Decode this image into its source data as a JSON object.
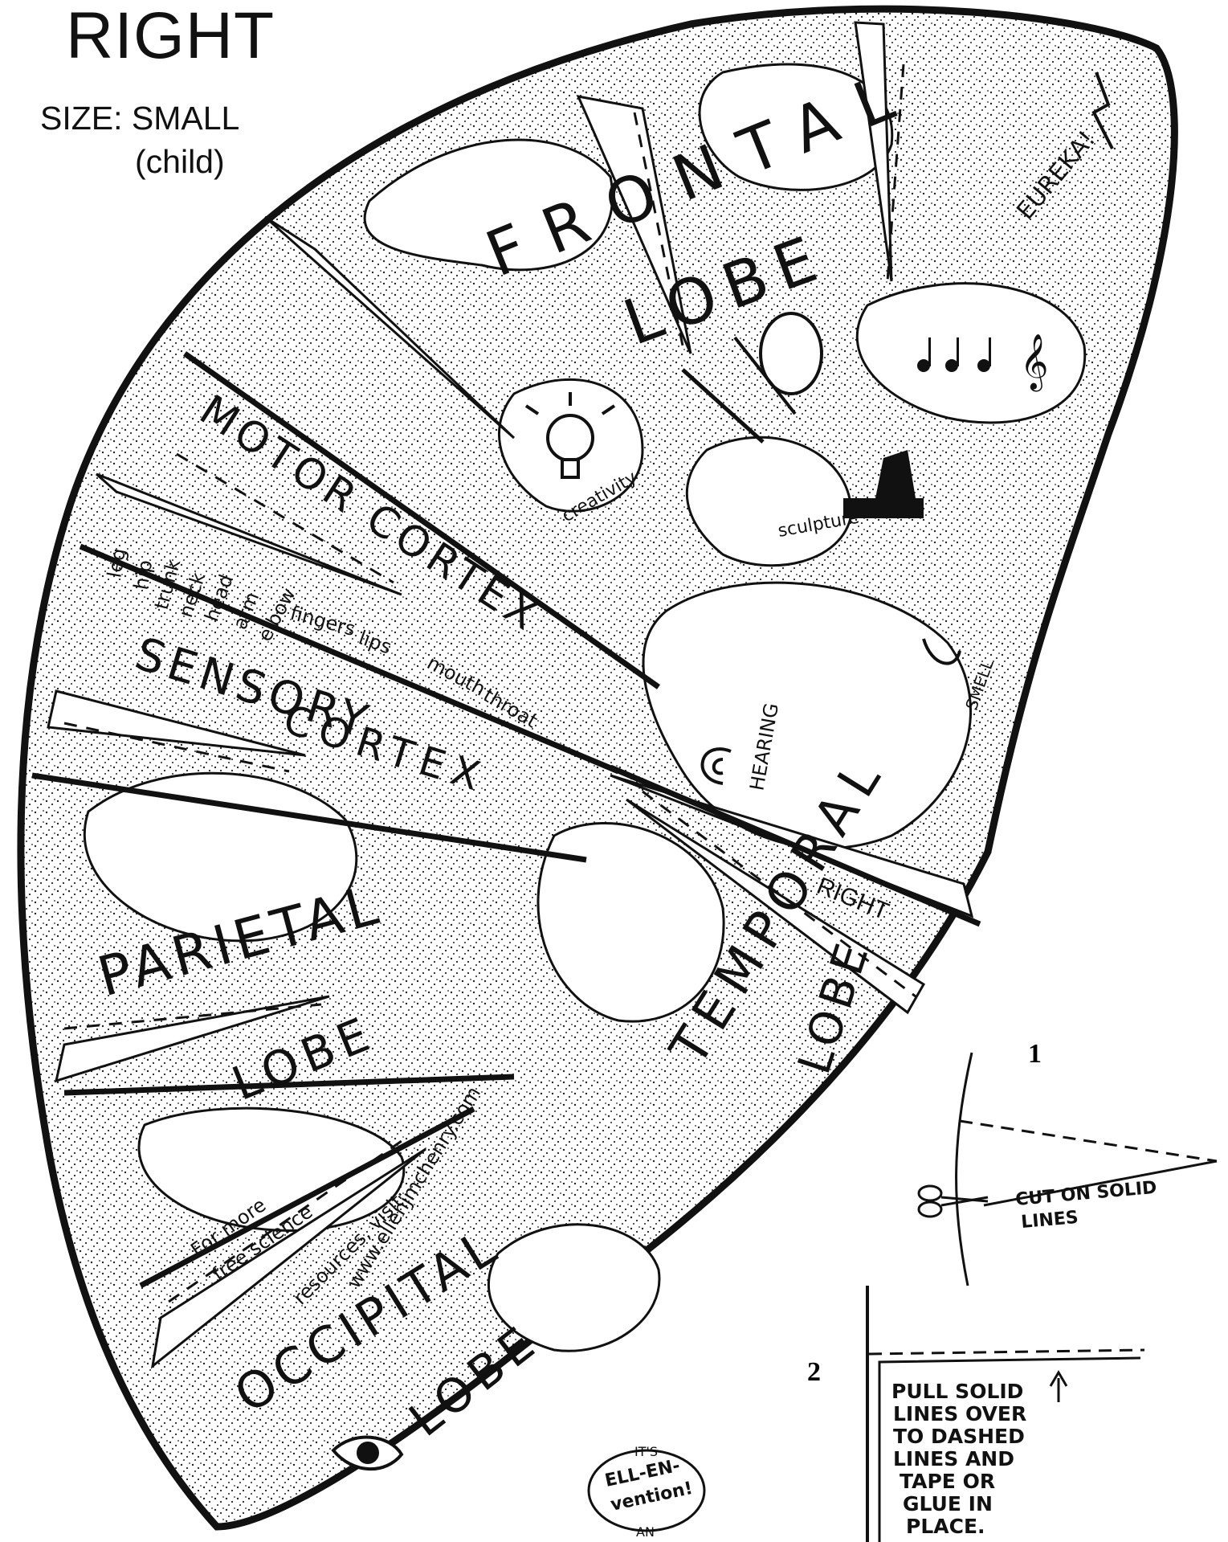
{
  "header": {
    "side": "RIGHT",
    "size_label": "SIZE: SMALL",
    "size_note": "(child)"
  },
  "lobes": {
    "frontal": {
      "word1": "FRONTAL",
      "word2": "LOBE"
    },
    "motor": "MOTOR CORTEX",
    "sensory": {
      "word1": "SENSORY",
      "word2": "CORTEX"
    },
    "parietal": {
      "word1": "PARIETAL",
      "word2": "LOBE"
    },
    "temporal": {
      "word1": "TEMPORAL",
      "word2": "LOBE"
    },
    "occipital": {
      "word1": "OCCIPITAL",
      "word2": "LOBE"
    }
  },
  "labels": {
    "eureka": "EUREKA!",
    "creativity": "creativity",
    "sculpture": "sculpture",
    "hearing": "HEARING",
    "smell": "SMELL",
    "flap_right": "RIGHT",
    "body_parts": [
      "leg",
      "hip",
      "trunk",
      "neck",
      "head",
      "arm",
      "elbow",
      "fingers",
      "lips",
      "mouth",
      "throat"
    ]
  },
  "promo": {
    "line1": "For more",
    "line2": "free science",
    "line3": "resources, visit:",
    "line4": "www.ellenjmchenry.com"
  },
  "instructions": {
    "step1_num": "1",
    "step1_text_1": "CUT ON SOLID",
    "step1_text_2": "LINES",
    "step2_num": "2",
    "step2_lines": [
      "PULL SOLID",
      "LINES OVER",
      "TO DASHED",
      "LINES AND",
      "TAPE OR",
      "GLUE IN",
      "PLACE."
    ]
  },
  "badge": {
    "top": "IT'S",
    "line1": "ELL-EN-",
    "line2": "vention!",
    "bottom": "AN"
  }
}
